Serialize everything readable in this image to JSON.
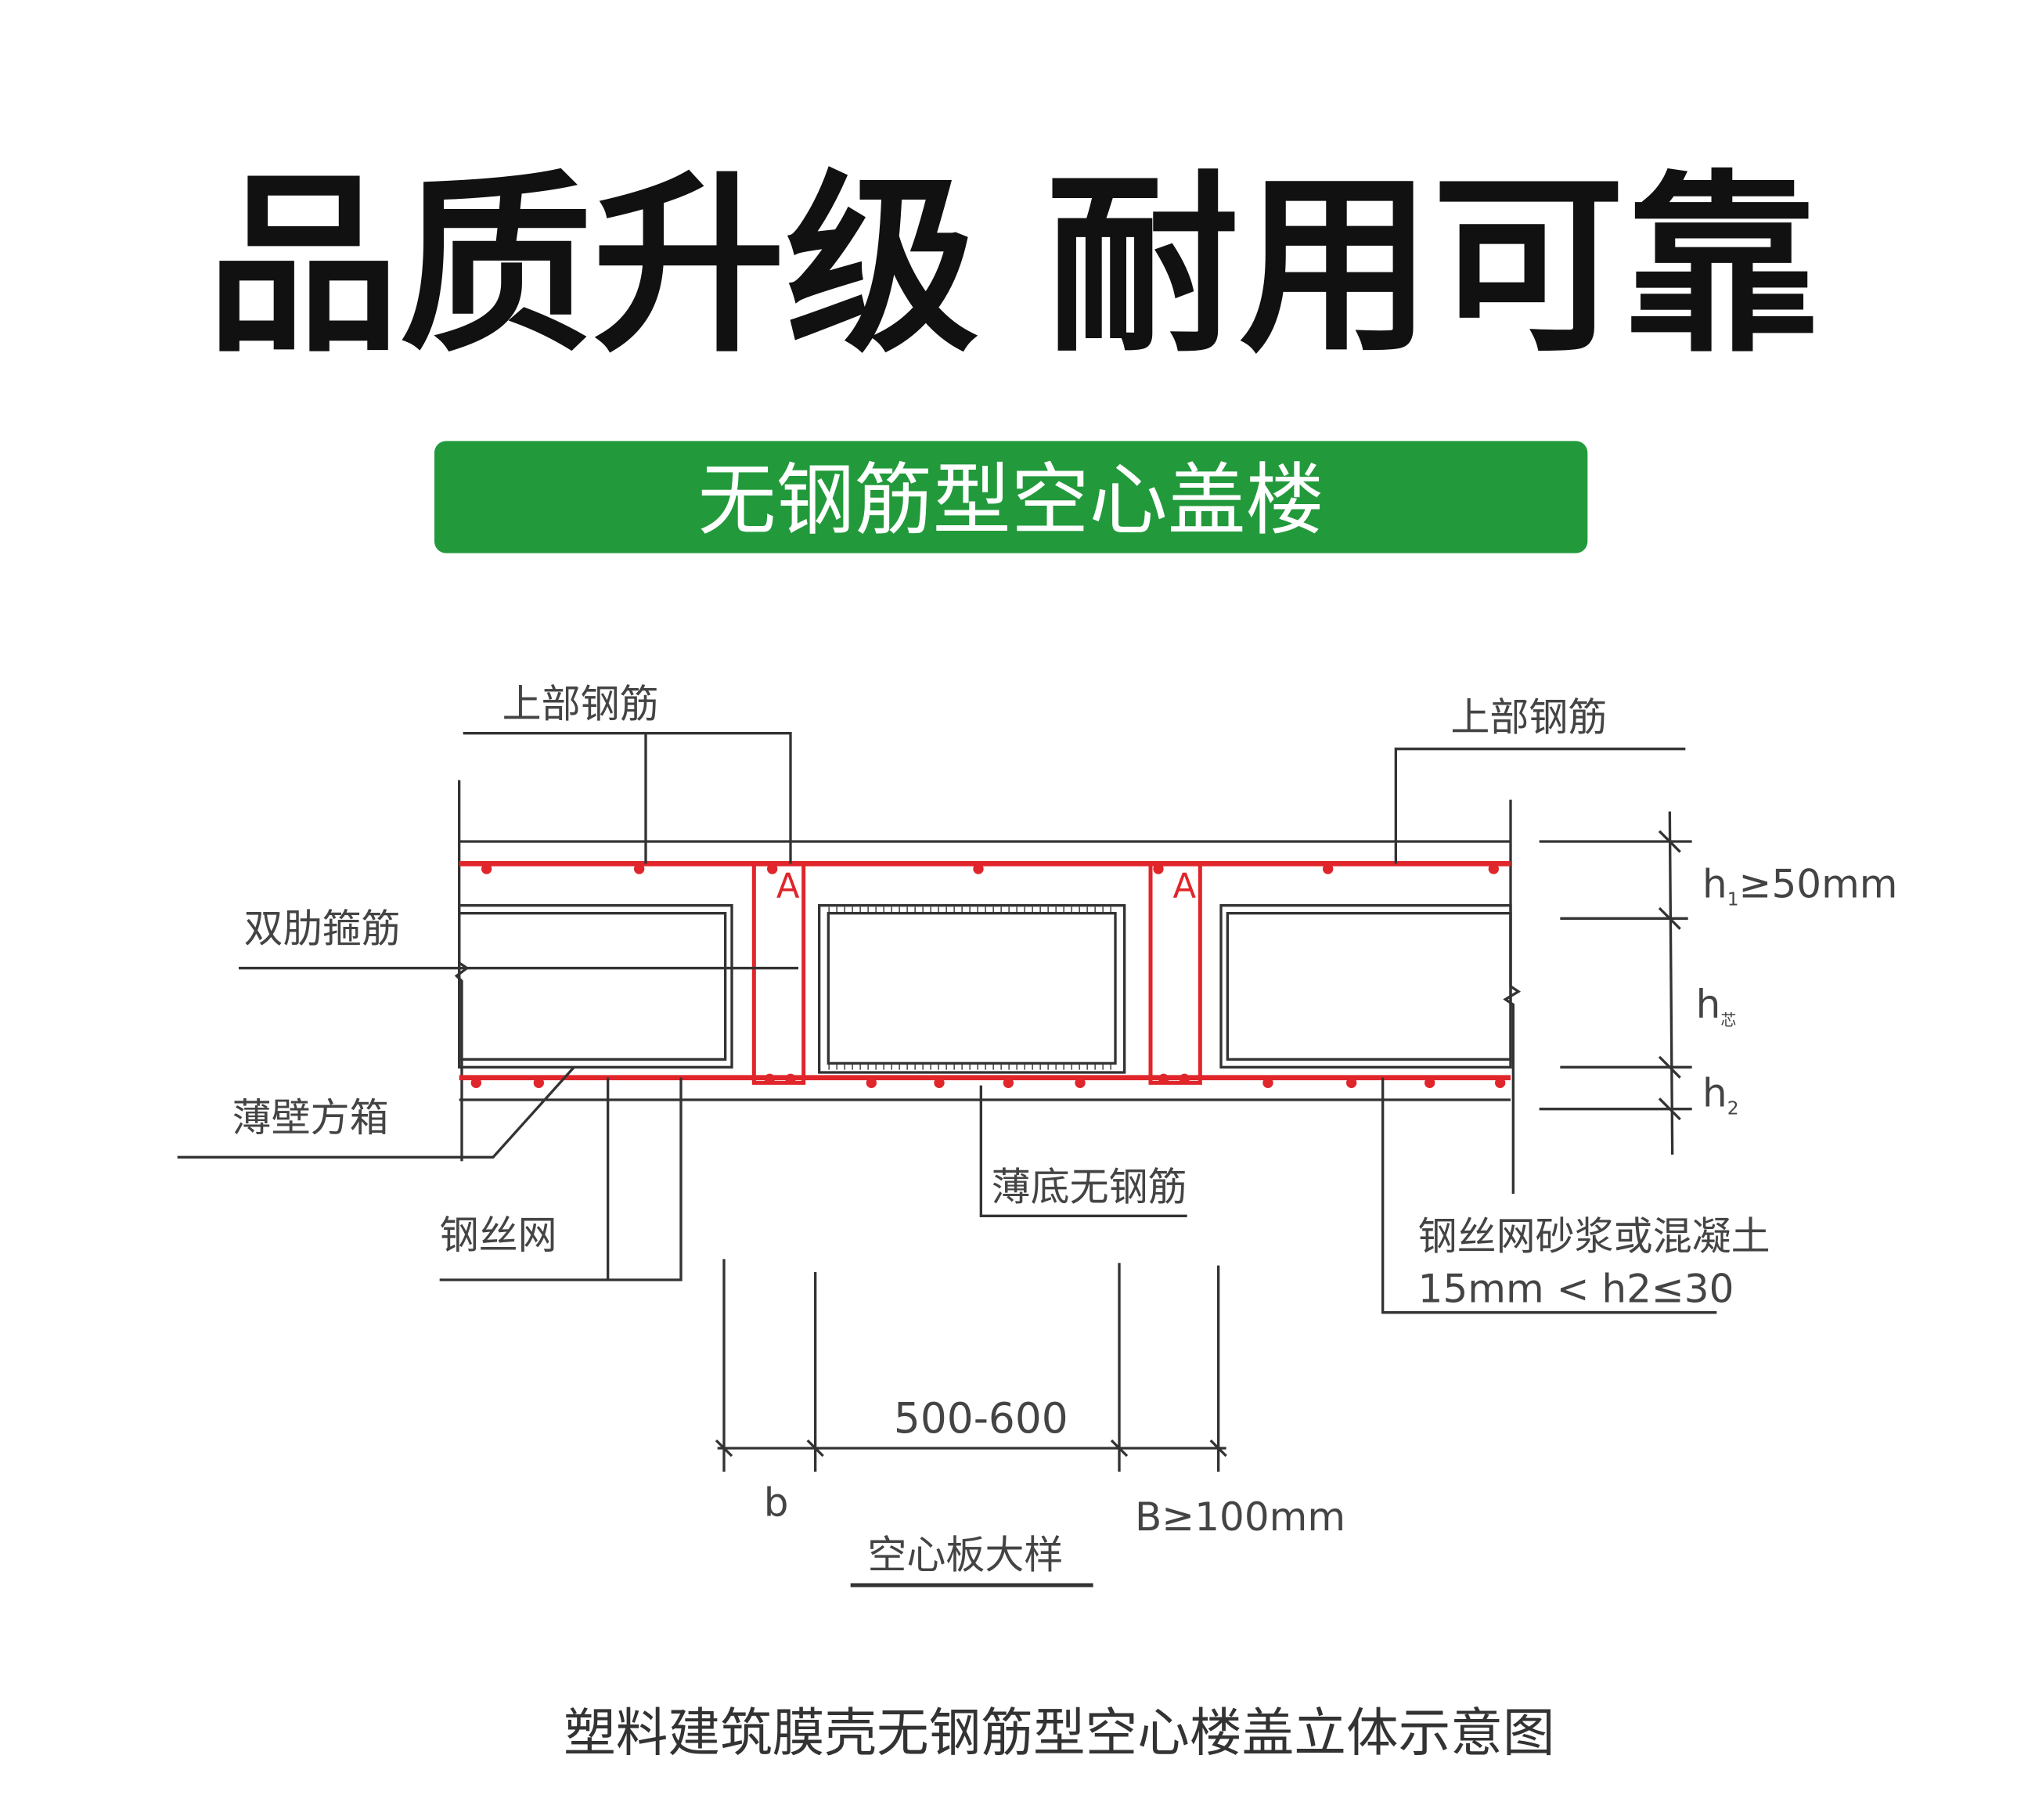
{
  "headline": "品质升级 耐用可靠",
  "banner": {
    "text": "无钢筋型空心盖楼",
    "color": "#229a3b"
  },
  "diagram": {
    "labels": {
      "top_rebar_left": "上部钢筋",
      "top_rebar_right": "上部钢筋",
      "double_rib_stirrup": "双肋箍筋",
      "thin_wall_box": "薄壁方箱",
      "steel_mesh": "钢丝网",
      "thin_bottom": "薄底无钢筋",
      "mortar_line1": "钢丝网砂浆或混凝土",
      "mortar_line2": "15mm < h2≤30",
      "rib_mark": "A",
      "h1": "h",
      "h1_sub": "1",
      "h1_value": "≥50mm",
      "hcore": "h",
      "hcore_sub": "芯",
      "h2": "h",
      "h2_sub": "2",
      "span": "500-600",
      "b": "b",
      "B": "B≥100mm",
      "detail_title": "空心板大样"
    },
    "rebar_color": "#e0262b"
  },
  "caption": "塑料建筑膜壳无钢筋型空心楼盖立体示意图"
}
